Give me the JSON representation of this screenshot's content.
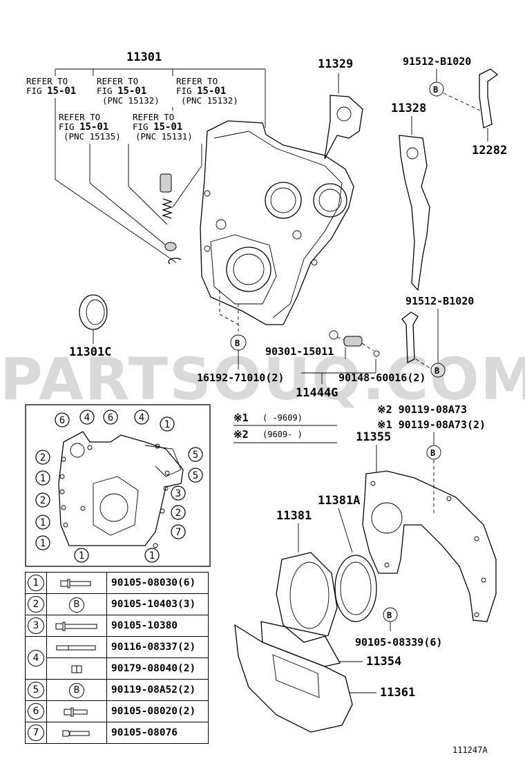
{
  "watermark": "PARTSOUQ.COM",
  "figure_id": "111247A",
  "callouts": {
    "cover": "11301",
    "gasket_top": "11329",
    "gasket_side": "11328",
    "bolt_b_top": "91512-B1020",
    "hook": "12282",
    "bolt_b_mid": "91512-B1020",
    "seal": "11301C",
    "stud": "90301-15011",
    "plug": "16192-71010(2)",
    "water_pipe": "11444G",
    "nut": "90148-60016(2)",
    "bolt_std_2": "※2 90119-08A73",
    "bolt_std_1": "※1 90119-08A73(2)",
    "plate": "11355",
    "retainer_gasket": "11381A",
    "retainer": "11381",
    "bolt_b_low": "90105-08339(6)",
    "oil_gasket": "11354",
    "pan": "11361"
  },
  "refer_notes": [
    {
      "l1": "REFER TO",
      "l2a": "FIG ",
      "l2b": "15-01",
      "l3": ""
    },
    {
      "l1": "REFER TO",
      "l2a": "FIG ",
      "l2b": "15-01",
      "l3": "(PNC 15132)"
    },
    {
      "l1": "REFER TO",
      "l2a": "FIG ",
      "l2b": "15-01",
      "l3": "(PNC 15132)"
    },
    {
      "l1": "REFER TO",
      "l2a": "FIG ",
      "l2b": "15-01",
      "l3": "(PNC 15135)"
    },
    {
      "l1": "REFER TO",
      "l2a": "FIG ",
      "l2b": "15-01",
      "l3": "(PNC 15131)"
    }
  ],
  "date_notes": [
    {
      "mark": "※1",
      "range": "(      -9609)"
    },
    {
      "mark": "※2",
      "range": "(9609-      )"
    }
  ],
  "inset_labels": {
    "top": [
      "6",
      "4",
      "6",
      "4",
      "1"
    ],
    "left": [
      "2",
      "1",
      "2",
      "1",
      "1"
    ],
    "right": [
      "5",
      "5",
      "3",
      "2",
      "7"
    ],
    "bottom": [
      "1",
      "1"
    ],
    "b_mark": "B"
  },
  "legend": [
    {
      "num": "1",
      "icon": "bolt-flange-icon",
      "code": "90105-08030(6)"
    },
    {
      "num": "2",
      "icon": "B",
      "code": "90105-10403(3)"
    },
    {
      "num": "3",
      "icon": "bolt-long-icon",
      "code": "90105-10380"
    },
    {
      "num": "4",
      "icon": "stud-icon",
      "code": "90116-08337(2)"
    },
    {
      "num": "",
      "icon": "nut-icon",
      "code": "90179-08040(2)"
    },
    {
      "num": "5",
      "icon": "B",
      "code": "90119-08A52(2)"
    },
    {
      "num": "6",
      "icon": "bolt-short-icon",
      "code": "90105-08020(2)"
    },
    {
      "num": "7",
      "icon": "bolt-hex-icon",
      "code": "90105-08076"
    }
  ]
}
